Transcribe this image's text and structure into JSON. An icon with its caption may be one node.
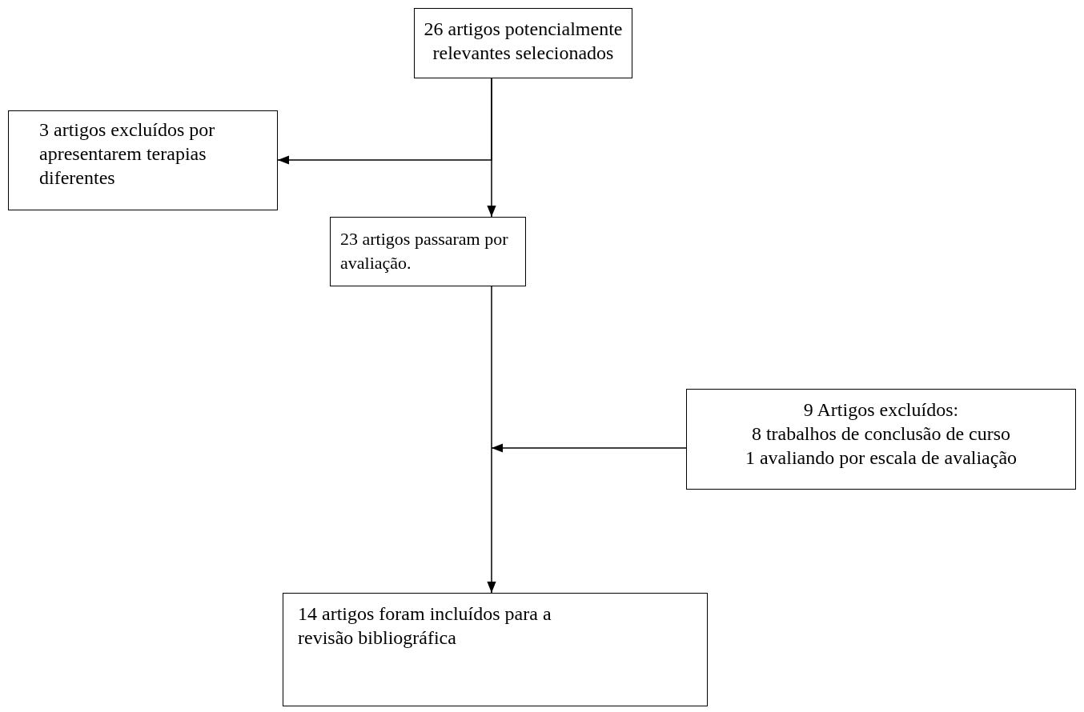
{
  "diagram": {
    "nodes": [
      {
        "text": [
          "26 artigos potencialmente relevantes selecionados"
        ]
      },
      {
        "text": [
          "3 artigos excluídos por apresentarem terapias diferentes"
        ]
      },
      {
        "text": [
          "23 artigos passaram por avaliação."
        ]
      },
      {
        "text": [
          "9 Artigos excluídos:",
          "8 trabalhos de conclusão de curso",
          "1 avaliando por escala de avaliação"
        ]
      },
      {
        "text": [
          "14 artigos foram incluídos para a revisão bibliográfica"
        ]
      }
    ],
    "edges": [
      {
        "from": 0,
        "to": 2,
        "arrow": "to"
      },
      {
        "from": 0,
        "to": 1,
        "arrow": "to"
      },
      {
        "from": 2,
        "to": 4,
        "arrow": "to"
      },
      {
        "from": 3,
        "to": null,
        "arrow": "to"
      }
    ]
  }
}
